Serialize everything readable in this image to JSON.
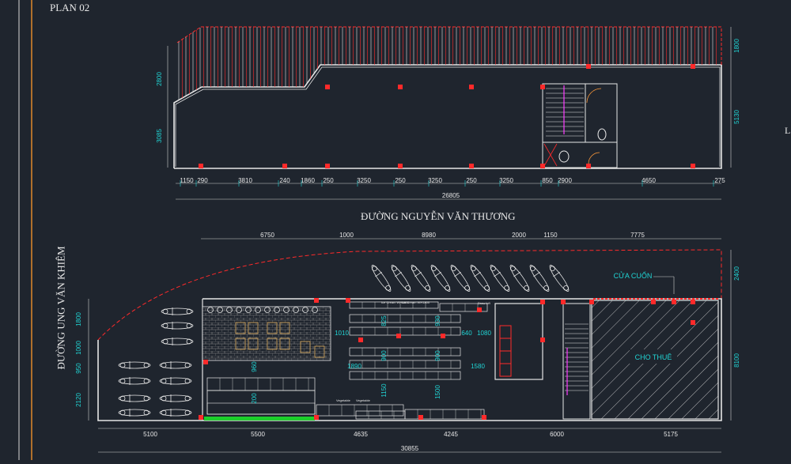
{
  "sheet": {
    "title": "PLAN 02",
    "street_top": "ĐƯỜNG NGUYỄN VĂN THƯƠNG",
    "street_left": "ĐƯỜNG UNG VĂN KHIÊM",
    "edge_mark": "L"
  },
  "plan_top": {
    "h_dims": [
      "1150",
      "290",
      "3810",
      "240",
      "1860",
      "250",
      "3250",
      "250",
      "3250",
      "250",
      "3250",
      "850",
      "2900",
      "4650",
      "275"
    ],
    "total": "26805",
    "v_dims_left": [
      "2800",
      "3085"
    ],
    "v_dims_right": [
      "1800",
      "5130"
    ]
  },
  "plan_bottom": {
    "top_dims": [
      "6750",
      "1000",
      "8980",
      "2000",
      "1150",
      "7775"
    ],
    "bottom_dims": [
      "5100",
      "5500",
      "4635",
      "4245",
      "6000",
      "5175"
    ],
    "total": "30855",
    "v_dims_left": [
      "1800",
      "1000",
      "950",
      "2120"
    ],
    "v_dims_right": [
      "2400",
      "8100"
    ],
    "inner_dims": [
      "1010",
      "640",
      "1080",
      "1890",
      "1580",
      "825",
      "930",
      "960",
      "900",
      "900",
      "1150",
      "1500",
      "200"
    ],
    "shutter_label": "CỬA CUỐN",
    "rent_label": "CHO THUÊ",
    "fixture_labels": [
      "Ice Cream WH1800",
      "Ice Cream WH1800",
      "Vegetable",
      "Vegetable",
      "Draw kết"
    ]
  },
  "colors": {
    "background": "#1f252e",
    "wall": "#e6e6e6",
    "column": "#ff2a2a",
    "dimension": "#20d4d4",
    "stair": "#ff3cff"
  }
}
